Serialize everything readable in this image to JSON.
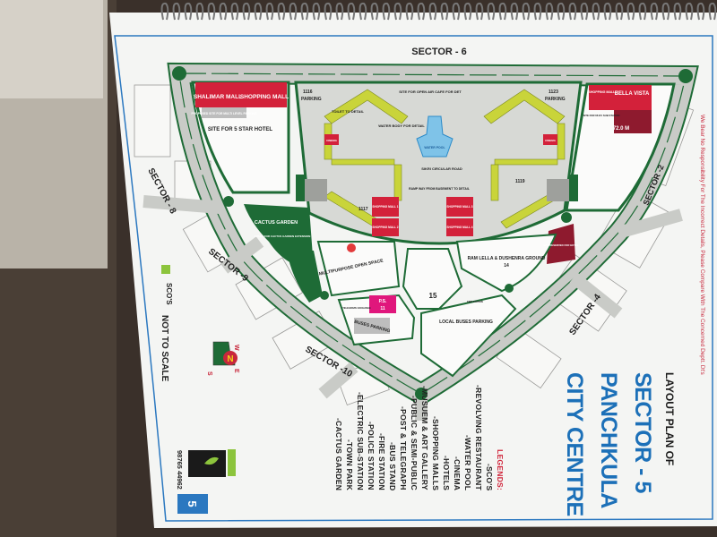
{
  "map": {
    "sectors": {
      "s6": "SECTOR - 6",
      "s8": "SECTOR - 8",
      "s9": "SECTOR -9",
      "s10": "SECTOR -10",
      "s4": "SECTOR -4",
      "s2": "SECTOR -2"
    },
    "places": {
      "shalimar": "SHALIMAR MALL",
      "shopping_mall": "SHOPPING MALL",
      "multilevel": "PROPOSED SITE FOR MULTI LEVEL PARKING",
      "hotel_site": "SITE FOR 5 STAR HOTEL",
      "parking_left_no": "1116",
      "parking_right_no": "1123",
      "parking": "PARKING",
      "cafe": "SITE FOR OPEN AIR CAFE FOR DET",
      "toilet": "TOILET TO DETAIL",
      "water_body": "WATER BODY FOR DETAIL",
      "water_pool": "WATER POOL",
      "cinema": "CINEMA",
      "circular_road": "SIKRI CIRCULAR ROAD",
      "ramp": "RAMP WAY FROM BASEMENT TO DETAIL",
      "mall1": "SHOPPING MALL 1",
      "mall2": "SHOPPING MALL 2",
      "mall3": "SHOPPING MALL 3",
      "mall4": "SHOPPING MALL 4",
      "plot_1119": "1119",
      "plot_1117": "1117",
      "cactus": "CACTUS GARDEN",
      "cactus_ext": "SPACE FOR CACTUS GARDEN EXTENSION",
      "open_space": "MULTIPURPOSE OPEN SPACE",
      "ramleela": "RAM LELLA & DUSHENRA GROUND",
      "ramleela_no": "14",
      "site15": "15",
      "ps": "P.S.",
      "ps_no": "11",
      "buses_parking": "BUSES PARKING",
      "local_buses": "LOCAL BUSES PARKING",
      "bella_mall": "SHOPPING MALL-7",
      "bella_vista": "BELLA VISTA",
      "substation": "SITE FOR 66 KV SUB STATION",
      "width_72": "72.0 M",
      "hotel_reserved": "SITE RESERVED FOR HOTEL",
      "fire_station": "FIRE STATION",
      "telegraph": "TELEGRAPH EXCHANGE"
    },
    "compass": {
      "n": "N",
      "s": "S",
      "e": "E",
      "w": "W"
    }
  },
  "title": {
    "line1": "LAYOUT PLAN OF",
    "line2": "SECTOR - 5",
    "line3": "PANCHKULA",
    "line4": "CITY CENTRE"
  },
  "legend": {
    "header": "LEGENDS:",
    "items": [
      "-SCO'S",
      "-REVOLVING RESTAURANT",
      "-WATER POOL",
      "-CINEMA",
      "-HOTELS",
      "-SHOPPING MALLS",
      "-MUSUEM & ART GALLERY",
      "-PUBLIC & SEMI-PUBLIC",
      "-POST & TELEGRAPH",
      "-BUS STAND",
      "-FIRE STATION",
      "-POLICE STATION",
      "-ELECTRIC SUB-STATION",
      "-TOWN PARK",
      "-CACTUS GARDEN"
    ]
  },
  "side": {
    "sco_label": "SCO'S",
    "not_to_scale": "NOT TO SCALE",
    "phone": "98765 44962",
    "page_number": "5",
    "disclaimer": "We Bear No Responsibility For The Incorrect Details, Please Compare With The Concerned Deptt. Dt's"
  },
  "colors": {
    "road": "#c9cbc7",
    "green": "#1e6b36",
    "red": "#d3213a",
    "magenta": "#e0177c",
    "yellow": "#c9d43a",
    "blue": "#1c70b8"
  }
}
